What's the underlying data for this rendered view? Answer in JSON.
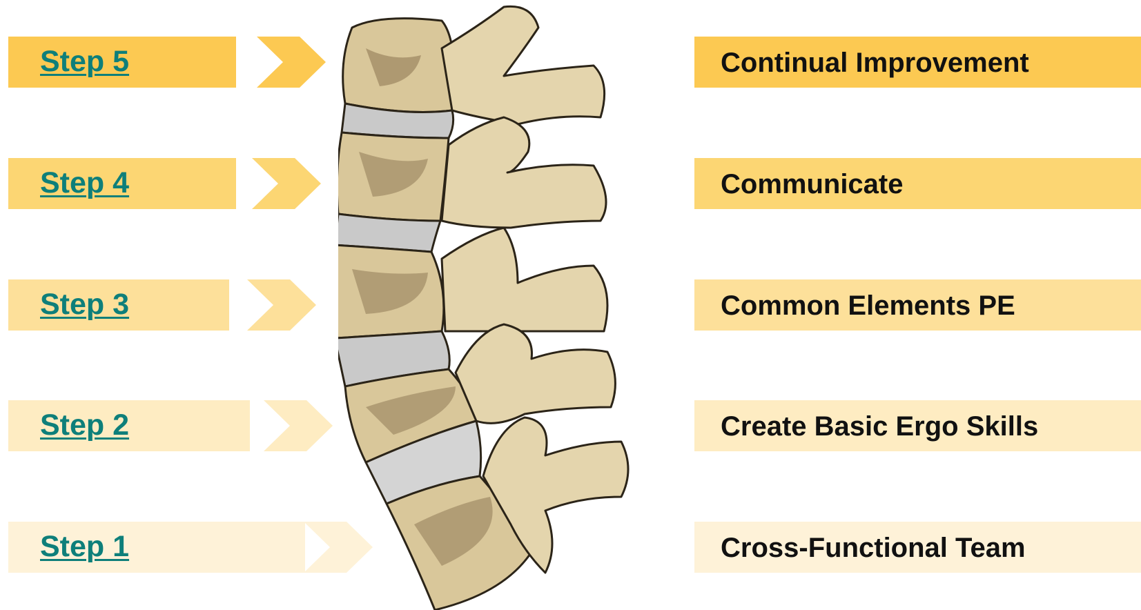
{
  "steps": [
    {
      "label": "Step 5",
      "description": "Continual Improvement",
      "color": "#fcc952"
    },
    {
      "label": "Step 4",
      "description": "Communicate",
      "color": "#fcd673"
    },
    {
      "label": "Step 3",
      "description": "Common Elements PE",
      "color": "#fde09a"
    },
    {
      "label": "Step 2",
      "description": "Create Basic Ergo Skills",
      "color": "#feecc2"
    },
    {
      "label": "Step 1",
      "description": "Cross-Functional Team",
      "color": "#fef2d8"
    }
  ],
  "colors": {
    "link": "#0e7f7a",
    "bone": "#d9c79a",
    "bone_shadow": "#8a7350",
    "disc": "#c9c9c9",
    "outline": "#2b2418"
  },
  "image": {
    "icon": "lumbar-spine-illustration"
  }
}
